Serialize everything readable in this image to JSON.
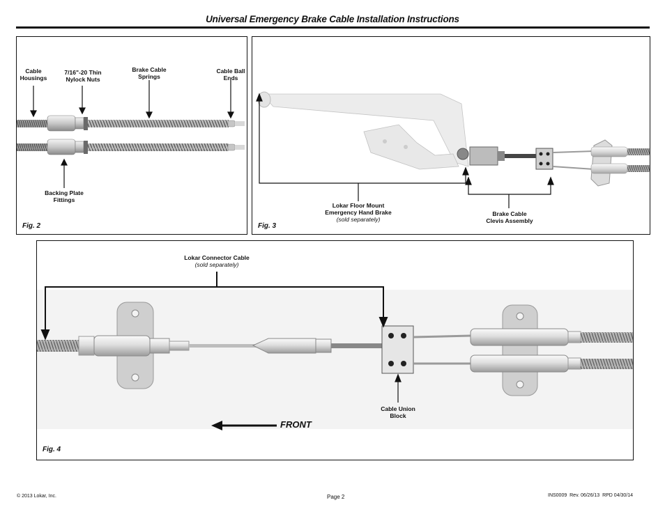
{
  "header": {
    "title": "Universal Emergency Brake Cable Installation Instructions"
  },
  "fig2": {
    "caption": "Fig. 2",
    "labels": {
      "cable_housings": [
        "Cable",
        "Housings"
      ],
      "nylock_nuts": [
        "7/16\"-20 Thin",
        "Nylock Nuts"
      ],
      "springs": [
        "Brake Cable",
        "Springs"
      ],
      "ball_ends": [
        "Cable Ball",
        "Ends"
      ],
      "backing_plate": [
        "Backing Plate",
        "Fittings"
      ]
    }
  },
  "fig3": {
    "caption": "Fig. 3",
    "labels": {
      "hand_brake": [
        "Lokar Floor Mount",
        "Emergency Hand Brake"
      ],
      "hand_brake_note": "(sold separately)",
      "clevis": [
        "Brake Cable",
        "Clevis Assembly"
      ]
    }
  },
  "fig4": {
    "caption": "Fig. 4",
    "labels": {
      "connector": "Lokar Connector Cable",
      "connector_note": "(sold separately)",
      "union_block": [
        "Cable Union",
        "Block"
      ]
    },
    "front": "FRONT"
  },
  "footer": {
    "copyright": "© 2013 Lokar, Inc.",
    "page": "Page 2",
    "doc_id": "INS0009  Rev. 06/26/13  RPD 04/30/14"
  }
}
